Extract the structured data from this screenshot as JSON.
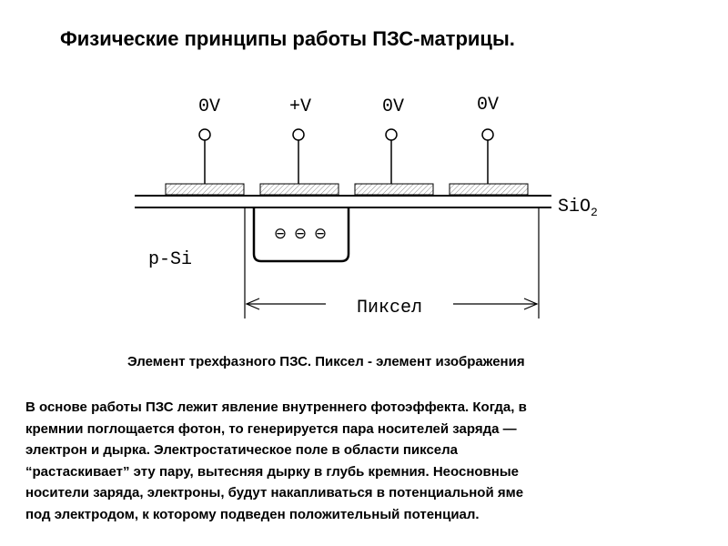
{
  "title": "Физические принципы работы ПЗС-матрицы.",
  "diagram": {
    "electrodes": [
      {
        "voltage": "0V"
      },
      {
        "voltage": "+V"
      },
      {
        "voltage": "0V"
      },
      {
        "voltage": "0V"
      }
    ],
    "oxide_label": "SiO",
    "oxide_subscript": "2",
    "substrate_label": "p-Si",
    "electron_symbol": "⊖",
    "electron_count": 3,
    "pixel_label": "Пиксел"
  },
  "caption": "Элемент трехфазного ПЗС. Пиксел - элемент изображения",
  "body_lines": [
    "В основе работы ПЗС лежит явление внутреннего фотоэффекта. Когда, в",
    "кремнии поглощается фотон, то генерируется пара носителей заряда —",
    "электрон и дырка. Электростатическое поле в области пиксела",
    "“растаскивает” эту пару, вытесняя дырку в глубь кремния. Неосновные",
    "носители заряда, электроны, будут накапливаться в потенциальной яме",
    "под электродом, к которому подведен положительный потенциал."
  ]
}
